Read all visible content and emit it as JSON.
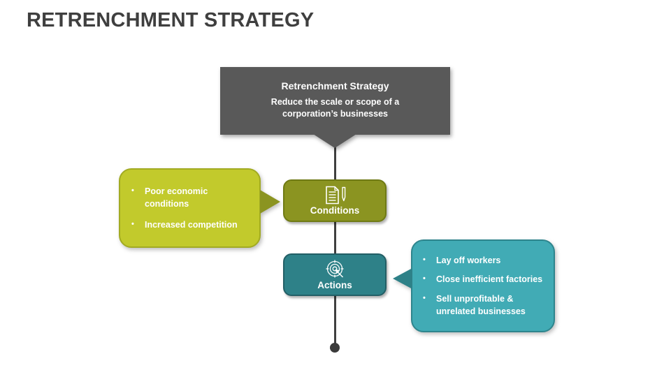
{
  "slide_title": "RETRENCHMENT STRATEGY",
  "callout": {
    "title": "Retrenchment Strategy",
    "description": "Reduce the scale or scope of a corporation’s businesses"
  },
  "timeline": {
    "node1": {
      "label": "Conditions",
      "icon": "document-pen-icon"
    },
    "node2": {
      "label": "Actions",
      "icon": "target-arrow-icon"
    }
  },
  "bullet_char": "•",
  "bubbles": {
    "conditions": {
      "items": [
        "Poor economic conditions",
        "Increased competition"
      ]
    },
    "actions": {
      "items": [
        "Lay off workers",
        "Close inefficient factories",
        "Sell unprofitable & unrelated businesses"
      ]
    }
  },
  "colors": {
    "title_text": "#3f3f3f",
    "callout_fill": "#595959",
    "connector": "#3f3f3f",
    "conditions_node_fill": "#8b9421",
    "conditions_bubble_fill": "#c2ca2c",
    "actions_node_fill": "#2e8188",
    "actions_bubble_fill": "#41abb5",
    "text_on_color": "#ffffff"
  }
}
